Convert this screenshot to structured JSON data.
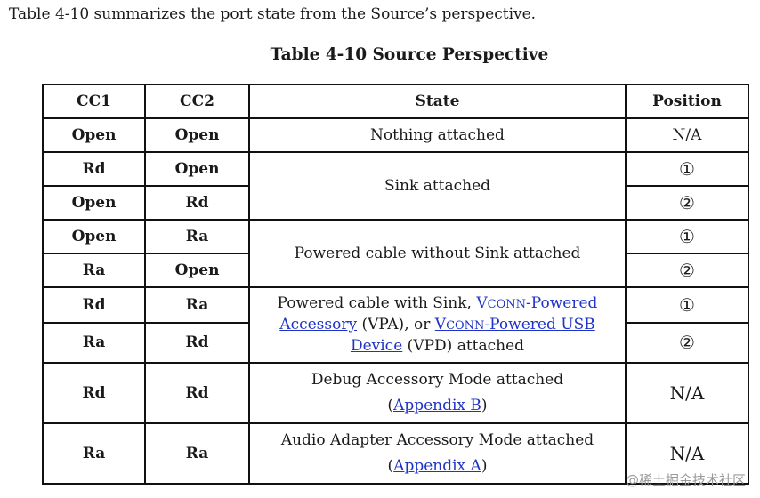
{
  "intro": "Table 4-10 summarizes the port state from the Source’s perspective.",
  "caption": "Table 4-10  Source Perspective",
  "headers": {
    "cc1": "CC1",
    "cc2": "CC2",
    "state": "State",
    "position": "Position"
  },
  "rows": [
    {
      "cc1": "Open",
      "cc2": "Open",
      "position": "N/A"
    },
    {
      "cc1": "Rd",
      "cc2": "Open",
      "position": "①"
    },
    {
      "cc1": "Open",
      "cc2": "Rd",
      "position": "②"
    },
    {
      "cc1": "Open",
      "cc2": "Ra",
      "position": "①"
    },
    {
      "cc1": "Ra",
      "cc2": "Open",
      "position": "②"
    },
    {
      "cc1": "Rd",
      "cc2": "Ra",
      "position": "①"
    },
    {
      "cc1": "Ra",
      "cc2": "Rd",
      "position": "②"
    },
    {
      "cc1": "Rd",
      "cc2": "Rd",
      "position": "N/A"
    },
    {
      "cc1": "Ra",
      "cc2": "Ra",
      "position": "N/A"
    }
  ],
  "states": {
    "nothing": "Nothing attached",
    "sink": "Sink attached",
    "powered_cable": "Powered cable without Sink attached",
    "vpa": {
      "p1": "Powered cable with Sink, ",
      "l1a": "V",
      "l1b": "CONN",
      "l1c": "-Powered Accessory",
      "p2": " (VPA), or ",
      "l2a": "V",
      "l2b": "CONN",
      "l2c": "-Powered USB Device",
      "p3": " (VPD) attached"
    },
    "debug": {
      "text": "Debug Accessory Mode attached",
      "open": "(",
      "link": "Appendix B",
      "close": ")"
    },
    "audio": {
      "text": "Audio Adapter Accessory Mode attached",
      "open": "(",
      "link": "Appendix A",
      "close": ")"
    }
  },
  "watermark": "@稀土掘金技术社区"
}
